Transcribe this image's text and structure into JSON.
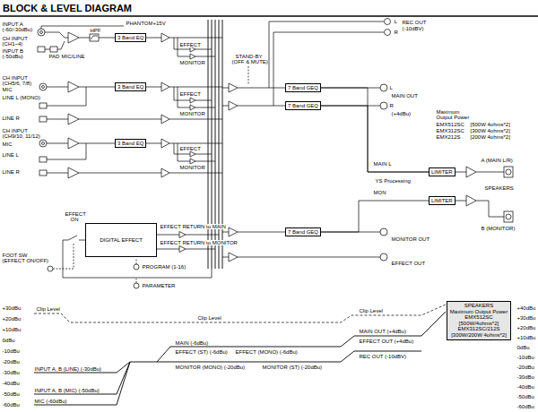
{
  "diagram": {
    "title": "BLOCK & LEVEL DIAGRAM",
    "nodes": [
      {
        "text": [
          "3 Band EQ"
        ]
      },
      {
        "text": [
          "3 Band EQ"
        ]
      },
      {
        "text": [
          "3 Band EQ"
        ]
      },
      {
        "text": [
          "DIGITAL EFFECT"
        ]
      },
      {
        "text": [
          "7 Band GEQ"
        ]
      },
      {
        "text": [
          "7 Band GEQ"
        ]
      },
      {
        "text": [
          "7 Band GEQ"
        ]
      },
      {
        "text": [
          "LIMITER"
        ]
      },
      {
        "text": [
          "LIMITER"
        ]
      },
      {
        "text": [
          "SPEAKERS",
          "Maximum Output Power EMX512SC [500W/4ohms*2]",
          "EMX312SC/212S [300W/200W 4ohms*2]"
        ]
      }
    ],
    "edges": [
      {
        "from": 4,
        "to": 7,
        "arrow": "none"
      },
      {
        "from": 5,
        "to": 7,
        "arrow": "none"
      },
      {
        "from": 6,
        "to": 8,
        "arrow": "none"
      }
    ],
    "labels": [
      "INPUT A",
      "(-60/-30dBu)",
      "CH INPUT",
      "(CH1~4)",
      "INPUT B",
      "(-50dBu)",
      "PAD",
      "MIC/LINE",
      "PHANTOM",
      "+15V",
      "HPF",
      "EFFECT",
      "MONITOR",
      "CH INPUT",
      "(CH5/6, 7/8)",
      "MIC",
      "LINE L (MONO)",
      "LINE R",
      "EFFECT",
      "MONITOR",
      "CH INPUT",
      "(CH9/10, 11/12)",
      "MIC",
      "LINE L",
      "LINE R",
      "EFFECT",
      "MONITOR",
      "STAND-BY",
      "(OFF & MUTE)",
      "L",
      "REC OUT",
      "(-10dBV)",
      "R",
      "L",
      "MAIN OUT",
      "R",
      "(+4dBu)",
      "Maximum",
      "Output Power",
      "EMX512SC",
      "[500W 4ohms*2]",
      "EMX312SC",
      "[300W 4ohms*2]",
      "EMX212S",
      "[200W 4ohms*2]",
      "MAIN L",
      "YS Processing",
      "MON",
      "A (MAIN L/R)",
      "SPEAKERS",
      "B (MONITOR)",
      "MONITOR OUT",
      "EFFECT OUT",
      "EFFECT",
      "ON",
      "FOOT SW",
      "(EFFECT ON/OFF)",
      "EFFECT RETURN to MAIN",
      "EFFECT RETURN to MONITOR",
      "PROGRAM (1-16)",
      "PARAMETER",
      "+30dBu",
      "+20dBu",
      "+10dBu",
      "0dBu",
      "-10dBu",
      "-20dBu",
      "-30dBu",
      "-40dBu",
      "-50dBu",
      "-60dBu",
      "+40dBu",
      "+30dBu",
      "+20dBu",
      "+10dBu",
      "0dBu",
      "-10dBu",
      "-20dBu",
      "-30dBu",
      "-40dBu",
      "-50dBu",
      "-60dBu",
      "Clip Level",
      "Clip Level",
      "Clip Level",
      "INPUT A, B (LINE) (-30dBu)",
      "INPUT A, B (MIC) (-50dBu)",
      "MIC (-60dBu)",
      "MAIN (-6dBu)",
      "EFFECT (ST) (-6dBu)",
      "EFFECT (MONO) (-6dBu)",
      "MONITOR (MONO) (-20dBu)",
      "MONITOR (ST) (-20dBu)",
      "MAIN OUT (+4dBu)",
      "EFFECT OUT (+4dBu)",
      "REC OUT (-10dBV)"
    ]
  }
}
